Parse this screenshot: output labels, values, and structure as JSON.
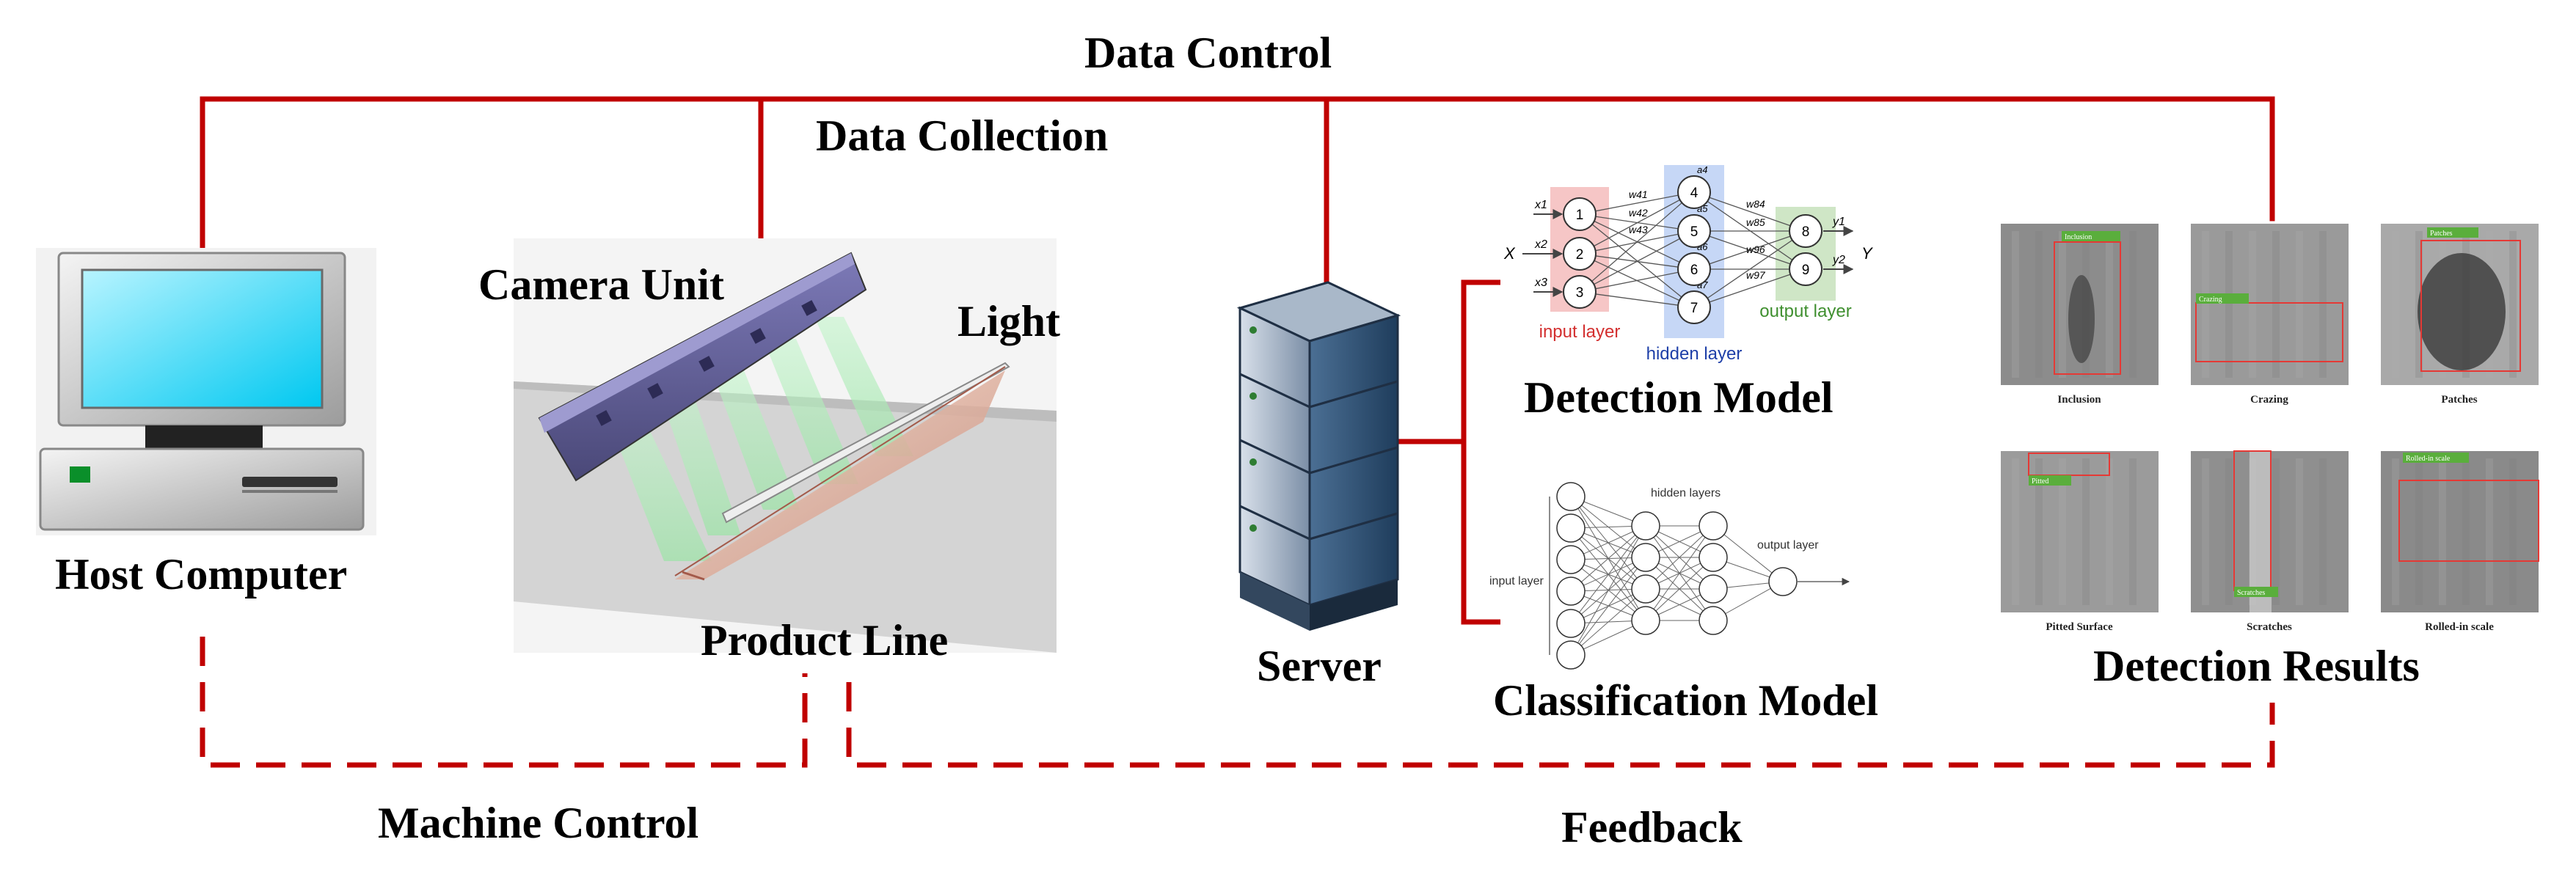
{
  "labels": {
    "data_control": "Data Control",
    "data_collection": "Data Collection",
    "camera_unit": "Camera Unit",
    "light": "Light",
    "host_computer": "Host Computer",
    "product_line": "Product Line",
    "server": "Server",
    "detection_model": "Detection Model",
    "classification_model": "Classification Model",
    "detection_results": "Detection Results",
    "machine_control": "Machine Control",
    "feedback": "Feedback"
  },
  "detection_model": {
    "inputs": [
      "x1",
      "x2",
      "x3"
    ],
    "input_vector": "X",
    "input_nodes": [
      "1",
      "2",
      "3"
    ],
    "hidden_nodes": [
      "4",
      "5",
      "6",
      "7"
    ],
    "output_nodes": [
      "8",
      "9"
    ],
    "outputs": [
      "y1",
      "y2"
    ],
    "output_vector": "Y",
    "weights": [
      "w41",
      "w42",
      "w43",
      "w84",
      "w85",
      "w96",
      "w97"
    ],
    "activations": [
      "a4",
      "a5",
      "a6",
      "a7"
    ],
    "input_layer_label": "input layer",
    "hidden_layer_label": "hidden layer",
    "output_layer_label": "output layer",
    "colors": {
      "input": "#f6c6c6",
      "hidden": "#c6d7f6",
      "output": "#cfe6c6",
      "input_text": "#d32f2f",
      "hidden_text": "#1e3fa8",
      "output_text": "#3f8f2f"
    }
  },
  "classification_model": {
    "input_layer_label": "input layer",
    "hidden_layers_label": "hidden layers",
    "output_layer_label": "output layer"
  },
  "detection_results": [
    {
      "tag": "Inclusion",
      "caption": "Inclusion"
    },
    {
      "tag": "Crazing",
      "caption": "Crazing"
    },
    {
      "tag": "Patches",
      "caption": "Patches"
    },
    {
      "tag": "Pitted",
      "caption": "Pitted Surface"
    },
    {
      "tag": "Scratches",
      "caption": "Scratches"
    },
    {
      "tag": "Rolled-in scale",
      "caption": "Rolled-in scale"
    }
  ],
  "colors": {
    "connector": "#c00000",
    "tag_green": "#5aae3c",
    "box_red": "#e53935"
  }
}
